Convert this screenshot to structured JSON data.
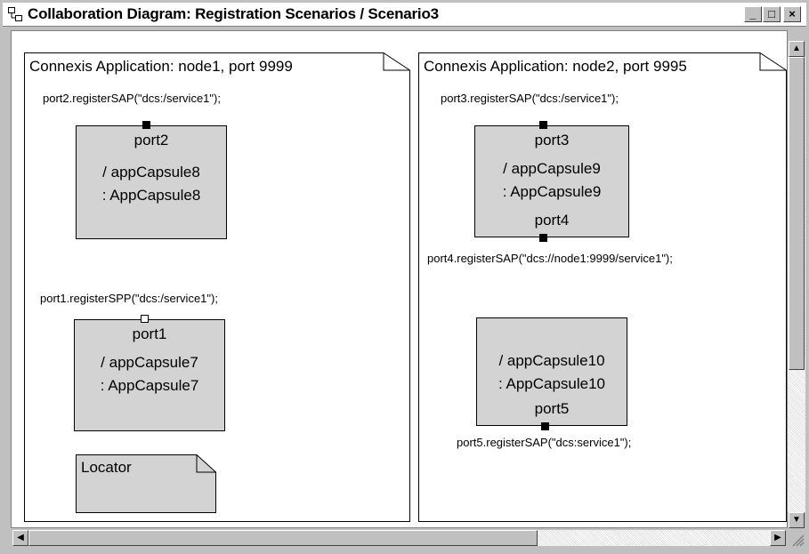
{
  "window": {
    "title": "Collaboration Diagram: Registration Scenarios / Scenario3",
    "buttons": {
      "minimize": "_",
      "maximize": "□",
      "close": "×"
    }
  },
  "notes": [
    {
      "title": "Connexis Application: node1, port 9999",
      "calls": {
        "top": "port2.registerSAP(\"dcs:/service1\");",
        "middle": "port1.registerSPP(\"dcs:/service1\");"
      },
      "capsules": [
        {
          "lines": [
            "port2",
            "/ appCapsule8",
            ": AppCapsule8"
          ]
        },
        {
          "lines": [
            "port1",
            "/ appCapsule7",
            ": AppCapsule7"
          ]
        }
      ],
      "locator": "Locator"
    },
    {
      "title": "Connexis Application: node2, port 9995",
      "calls": {
        "top": "port3.registerSAP(\"dcs:/service1\");",
        "middle": "port4.registerSAP(\"dcs://node1:9999/service1\");",
        "bottom": "port5.registerSAP(\"dcs:service1\");"
      },
      "capsules": [
        {
          "lines": [
            "port3",
            "/ appCapsule9",
            ": AppCapsule9",
            "port4"
          ]
        },
        {
          "lines": [
            "/ appCapsule10",
            ": AppCapsule10",
            "port5"
          ]
        }
      ]
    }
  ],
  "colors": {
    "capsule_fill": "#d3d3d3",
    "window_bg": "#c0c0c0",
    "canvas_bg": "#ffffff"
  },
  "icons": [
    "collaboration-diagram-icon",
    "up-arrow-icon",
    "down-arrow-icon",
    "left-arrow-icon",
    "right-arrow-icon",
    "size-grip-icon"
  ]
}
